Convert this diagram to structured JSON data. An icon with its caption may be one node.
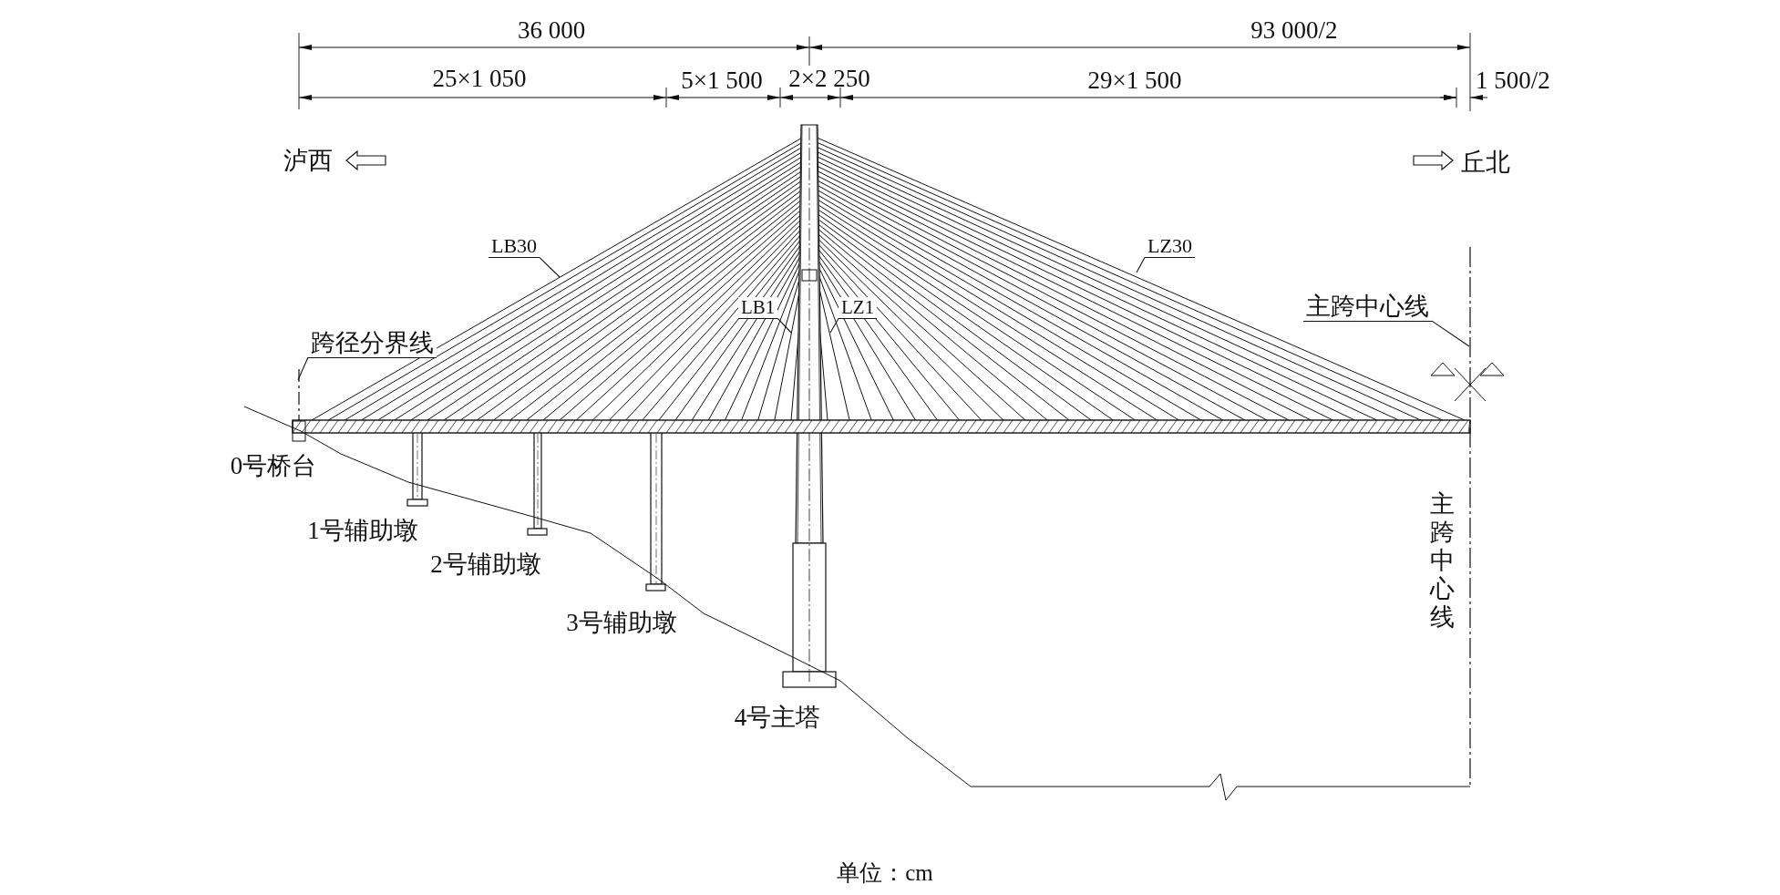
{
  "diagram": {
    "caption": "单位：cm",
    "nodes": [
      {
        "text": [
          "LB30"
        ]
      },
      {
        "text": [
          "LZ30"
        ]
      },
      {
        "text": [
          "LB1"
        ]
      },
      {
        "text": [
          "LZ1"
        ]
      },
      {
        "text": [
          "跨径分界线"
        ]
      },
      {
        "text": [
          "主跨中心线"
        ]
      },
      {
        "text": [],
        "shape": "line"
      },
      {
        "text": [],
        "shape": "line"
      }
    ],
    "edges": [
      {
        "from": 0,
        "to": null,
        "arrow": "none"
      },
      {
        "from": 1,
        "to": null,
        "arrow": "none"
      },
      {
        "from": 2,
        "to": null,
        "arrow": "none"
      },
      {
        "from": 3,
        "to": null,
        "arrow": "none"
      },
      {
        "from": 4,
        "to": 7,
        "arrow": "none"
      },
      {
        "from": 5,
        "to": 6,
        "arrow": "none"
      }
    ],
    "labels": [
      "36 000",
      "93 000/2",
      "25×1 050",
      "5×1 500",
      "2×2 250",
      "29×1 500",
      "1 500/2",
      "泸西",
      "丘北",
      "0号桥台",
      "1号辅助墩",
      "2号辅助墩",
      "3号辅助墩",
      "4号主塔",
      "主跨中心线"
    ]
  }
}
